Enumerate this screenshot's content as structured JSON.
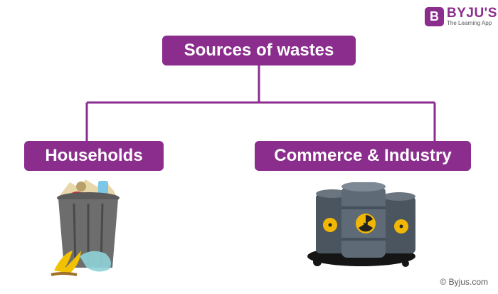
{
  "logo": {
    "mark": "B",
    "name": "BYJU'S",
    "tagline": "The Learning App"
  },
  "diagram": {
    "root": "Sources of wastes",
    "children": [
      "Households",
      "Commerce & Industry"
    ]
  },
  "illustrations": {
    "left": "trash-bin-icon",
    "right": "toxic-barrels-icon"
  },
  "credit": "© Byjus.com",
  "colors": {
    "accent": "#8b2d8d",
    "connector": "#8b2d8d"
  }
}
